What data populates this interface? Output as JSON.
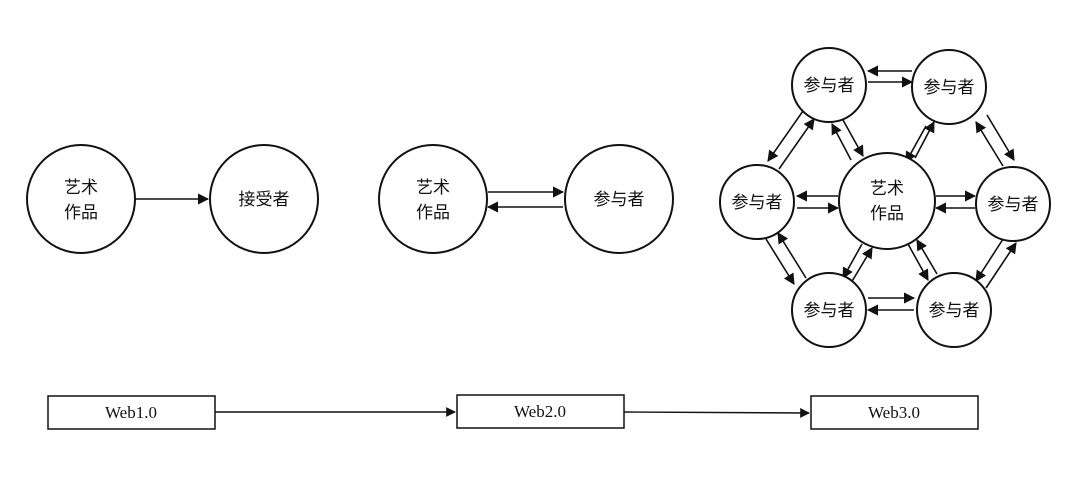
{
  "nodes": {
    "web1_artwork": [
      "艺术",
      "作品"
    ],
    "web1_receiver": "接受者",
    "web2_artwork": [
      "艺术",
      "作品"
    ],
    "web2_participant": "参与者",
    "web3_artwork": [
      "艺术",
      "作品"
    ],
    "web3_participants": {
      "top_left": "参与者",
      "top_right": "参与者",
      "left": "参与者",
      "right": "参与者",
      "bottom_left": "参与者",
      "bottom_right": "参与者"
    }
  },
  "timeline": {
    "web1": "Web1.0",
    "web2": "Web2.0",
    "web3": "Web3.0"
  },
  "colors": {
    "stroke": "#111111",
    "fill": "#ffffff"
  }
}
